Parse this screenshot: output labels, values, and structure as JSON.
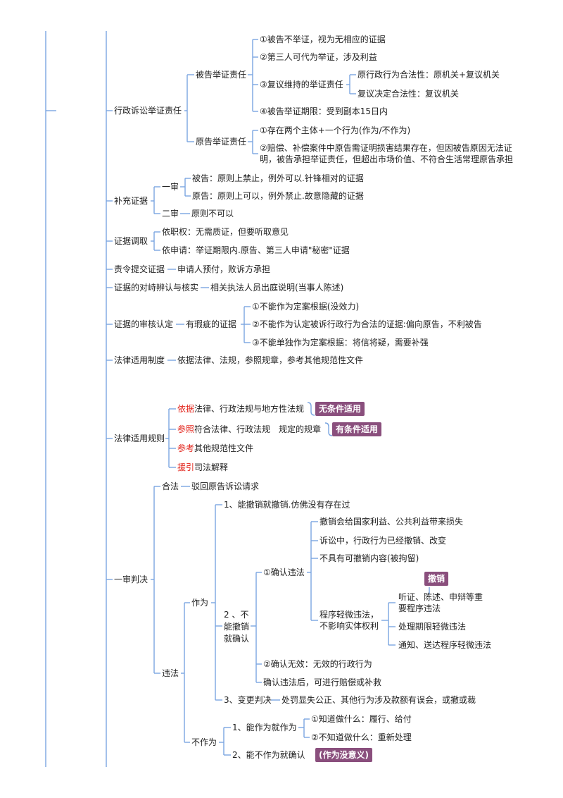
{
  "burden": {
    "title": "行政诉讼举证责任",
    "defendant": {
      "label": "被告举证责任",
      "items": [
        "①被告不举证，视为无相应的证据",
        "②第三人可代为举证，涉及利益",
        "③复议维持的举证责任",
        "④被告举证期限：受到副本15日内"
      ],
      "review": [
        "原行政行为合法性：原机关+复议机关",
        "复议决定合法性：复议机关"
      ]
    },
    "plaintiff": {
      "label": "原告举证责任",
      "items": [
        "①存在两个主体+一个行为(作为/不作为)",
        "②赔偿、补偿案件中原告需证明损害结果存在，但因被告原因无法证明，被告承担举证责任，但超出市场价值、不符合生活常理原告承担"
      ]
    }
  },
  "supplement": {
    "title": "补充证据",
    "first": "一审",
    "first_items": [
      "被告：原则上禁止，例外可以.针锋相对的证据",
      "原告：原则上可以，例外禁止.故意隐藏的证据"
    ],
    "second": "二审",
    "second_item": "原则不可以"
  },
  "collect": {
    "title": "证据调取",
    "items": [
      "依职权：无需质证，但要听取意见",
      "依申请：举证期限内.原告、第三人申请\"秘密\"证据"
    ]
  },
  "order": {
    "title": "责令提交证据",
    "item": "申请人预付，败诉方承担"
  },
  "confront": {
    "title": "证据的对峙辨认与核实",
    "item": "相关执法人员出庭说明(当事人陈述)"
  },
  "review": {
    "title": "证据的审核认定",
    "sub": "有瑕疵的证据",
    "items": [
      "①不能作为定案根据(没效力)",
      "②不能作为认定被诉行政行为合法的证据:偏向原告，不利被告",
      "③不能单独作为定案根据：将信将疑，需要补强"
    ]
  },
  "law": {
    "title": "法律适用制度",
    "item": "依据法律、法规，参照规章，参考其他规范性文件"
  },
  "rules": {
    "title": "法律适用规则",
    "items": [
      {
        "kw": "依据",
        "rest": "法律、行政法规与地方性法规"
      },
      {
        "kw": "参照",
        "rest": "符合法律、行政法规　规定的规章"
      },
      {
        "kw": "参考",
        "rest": "其他规范性文件"
      },
      {
        "kw": "援引",
        "rest": "司法解释"
      }
    ],
    "tag1": "无条件适用",
    "tag2": "有条件适用"
  },
  "judgment": {
    "title": "一审判决",
    "legal": "合法",
    "legal_item": "驳回原告诉讼请求",
    "illegal": "违法",
    "act": "作为",
    "act_1": "1、能撤销就撤销.仿佛没有存在过",
    "act_2": "2 、不能撤销就确认",
    "act_3": "3、变更判决",
    "act_3_item": "处罚显失公正、其他行为涉及款额有误会，或撤或裁",
    "confirm_illegal": "①确认违法",
    "ci_items": [
      "撤销会给国家利益、公共利益带来损失",
      "诉讼中，行政行为已经撤销、改变",
      "不具有可撤销内容(被拘留)"
    ],
    "minor": "程序轻微违法，不影响实体权利",
    "minor_items": [
      "听证、陈述、申辩等重要程序违法",
      "处理期限轻微违法",
      "通知、送达程序轻微违法"
    ],
    "tag_revoke": "撤销",
    "confirm_void": "②确认无效：无效的行政行为",
    "after_confirm": "确认违法后，可进行赔偿或补救",
    "inaction": "不作为",
    "in_1": "1、能作为就作为",
    "in_1_items": [
      "①知道做什么：履行、给付",
      "②不知道做什么：重新处理"
    ],
    "in_2": "2、能不作为就确认",
    "tag_meaningless": "(作为没意义)"
  }
}
